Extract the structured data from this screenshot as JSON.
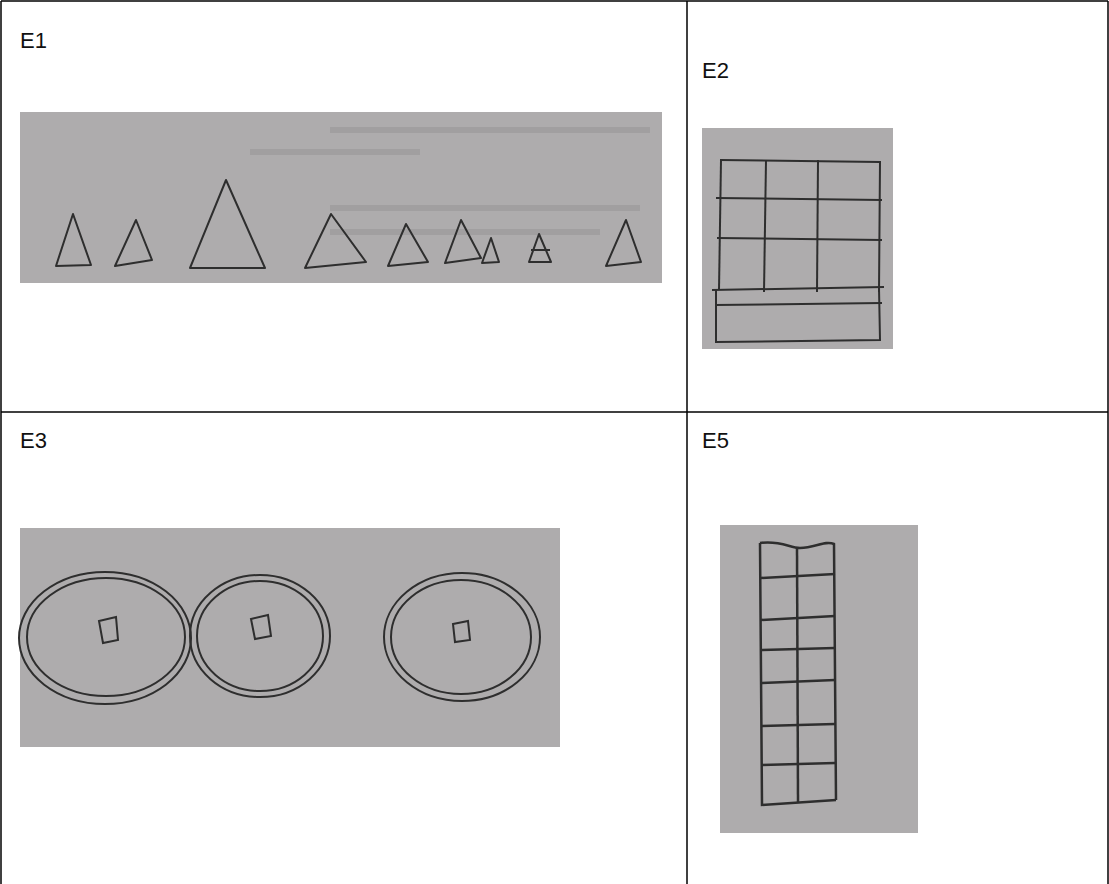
{
  "diagram": {
    "labels": [
      "E1",
      "E2",
      "E3",
      "E5"
    ]
  }
}
